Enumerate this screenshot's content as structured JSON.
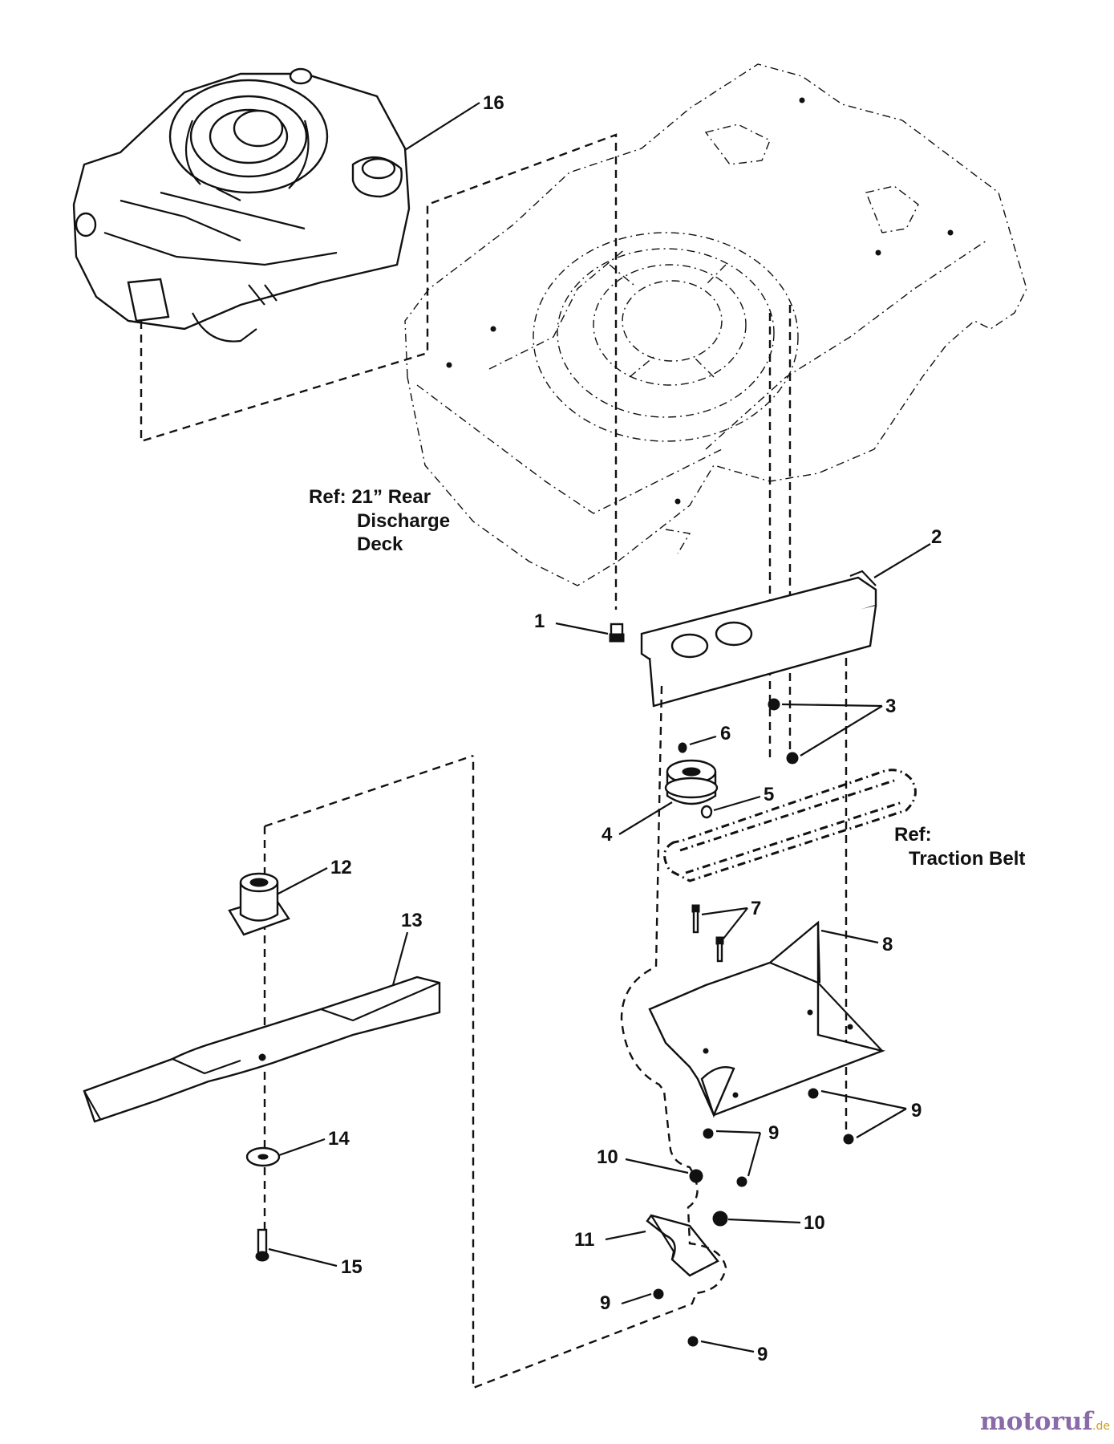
{
  "refs": {
    "deck_line1": "Ref: 21” Rear",
    "deck_line2": "Discharge",
    "deck_line3": "Deck",
    "belt_line1": "Ref:",
    "belt_line2": "Traction Belt"
  },
  "callouts": {
    "c1": "1",
    "c2": "2",
    "c3": "3",
    "c4": "4",
    "c5": "5",
    "c6": "6",
    "c7": "7",
    "c8": "8",
    "c9a": "9",
    "c9b": "9",
    "c9c": "9",
    "c9d": "9",
    "c10a": "10",
    "c10b": "10",
    "c11": "11",
    "c12": "12",
    "c13": "13",
    "c14": "14",
    "c15": "15",
    "c16": "16"
  },
  "watermark": {
    "brand": "motoruf",
    "suffix": ".de",
    "color_brand": "#8a6aa8",
    "color_accent": "#c9a020"
  }
}
